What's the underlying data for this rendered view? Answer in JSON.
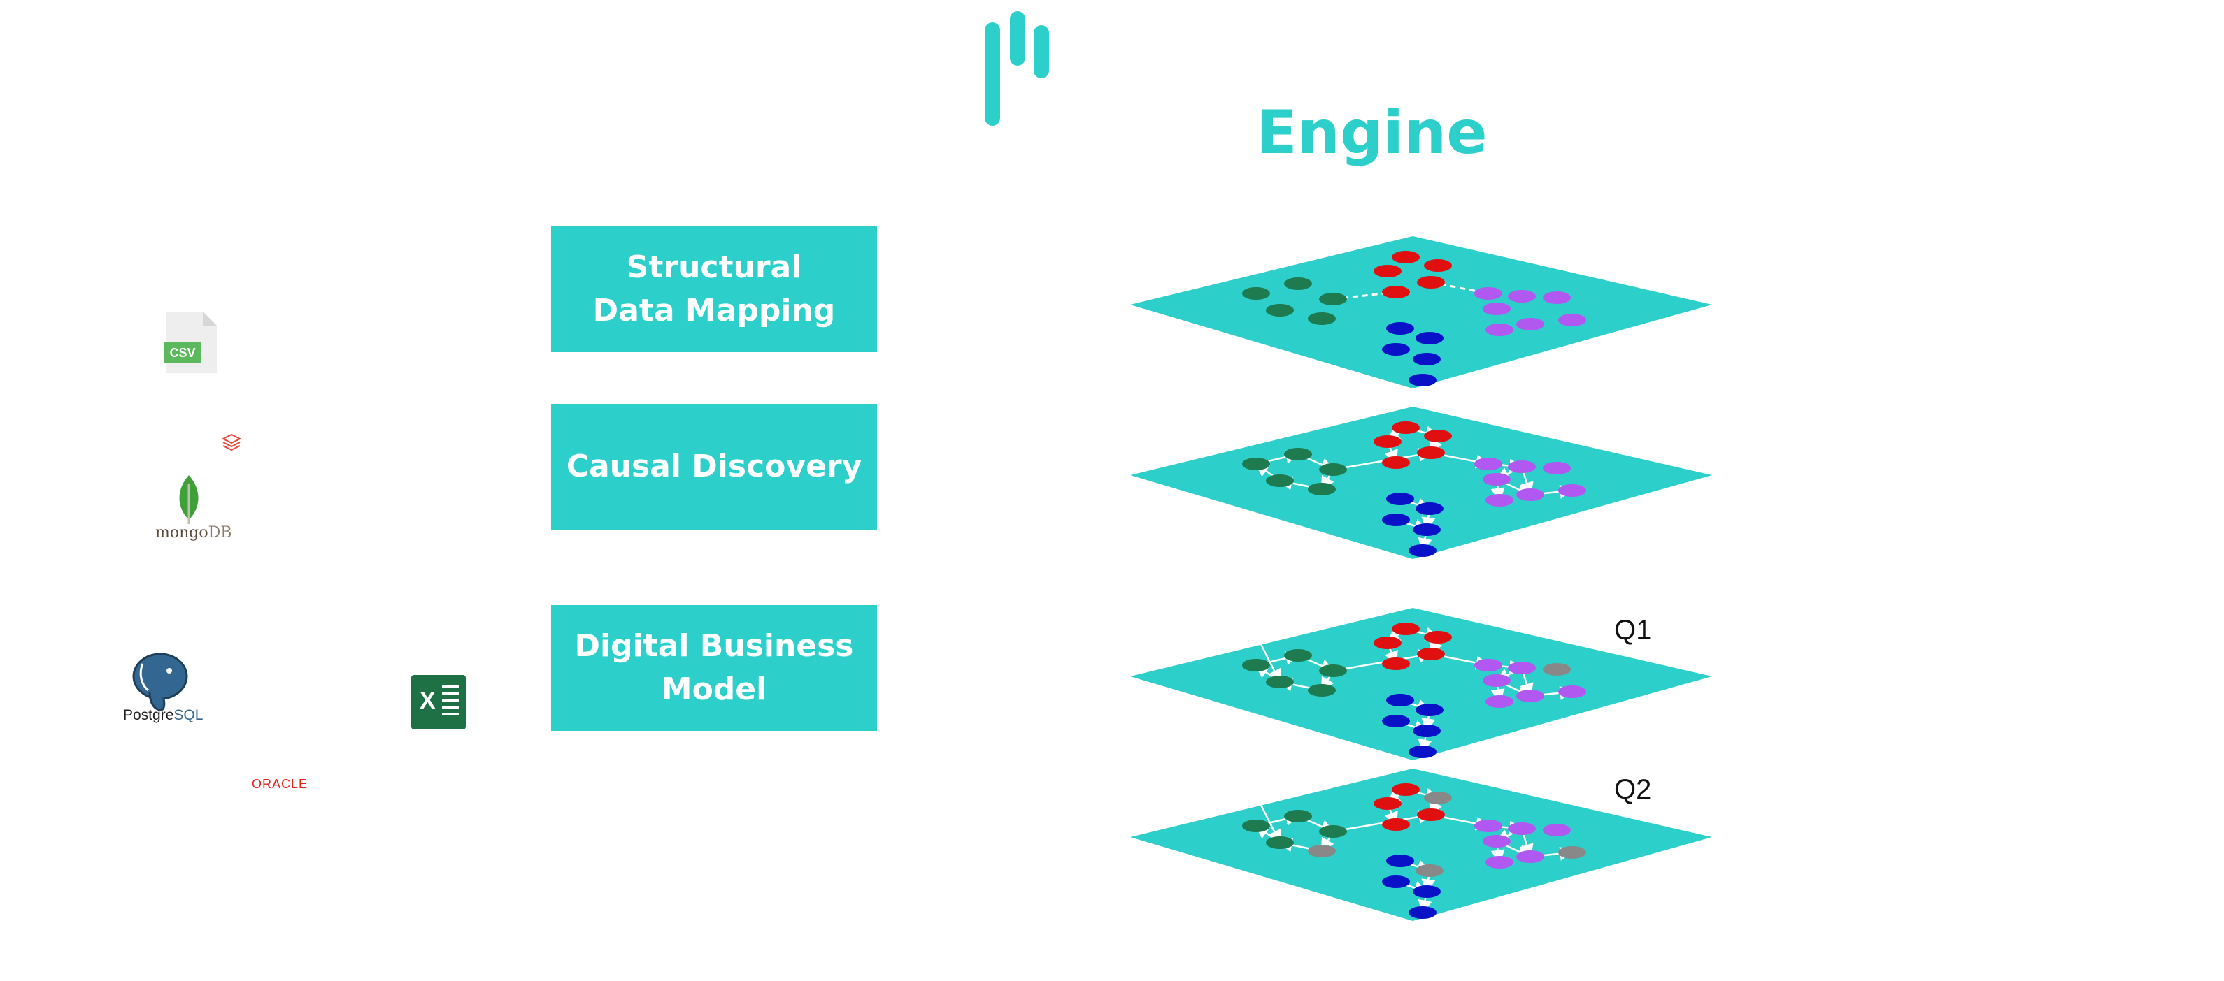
{
  "colors": {
    "accent": "#2ccfc9",
    "node_green": "#1e7a4f",
    "node_red": "#e01010",
    "node_blue": "#0a12c8",
    "node_purple": "#b058f0",
    "node_gray": "#888888"
  },
  "header": {
    "logo": "logo-mark-icon",
    "title": "Engine"
  },
  "steps": [
    {
      "label": "Structural\nData Mapping"
    },
    {
      "label": "Causal Discovery"
    },
    {
      "label": "Digital Business\nModel"
    }
  ],
  "layers": [
    {
      "name": "structural-data-mapping-layer",
      "query_label": ""
    },
    {
      "name": "causal-discovery-layer",
      "query_label": ""
    },
    {
      "name": "digital-business-model-q1-layer",
      "query_label": "Q1"
    },
    {
      "name": "digital-business-model-q2-layer",
      "query_label": "Q2"
    }
  ],
  "sources": {
    "csv": {
      "badge": "CSV"
    },
    "mongodb": {
      "prefix": "mongo",
      "suffix": "DB"
    },
    "postgresql": {
      "prefix": "Postgre",
      "suffix": "SQL"
    },
    "excel": {
      "glyph": "X"
    },
    "oracle": {
      "label": "ORACLE"
    }
  }
}
